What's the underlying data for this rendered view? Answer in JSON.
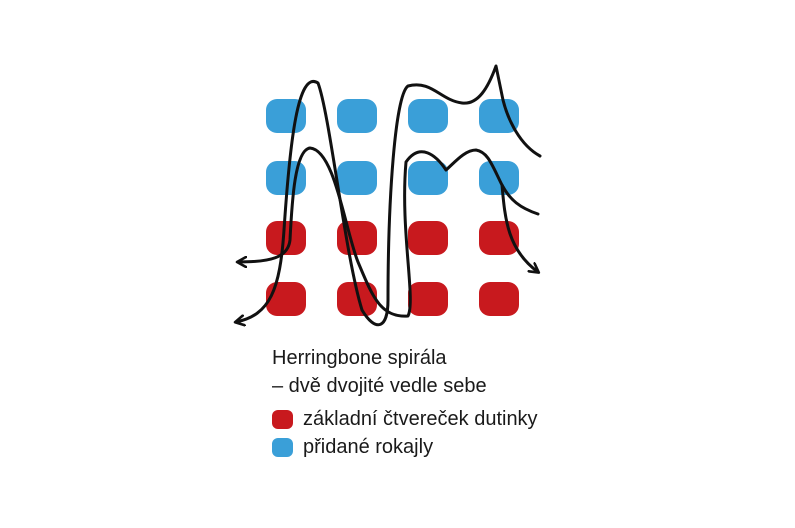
{
  "colors": {
    "base": "#c8191e",
    "added": "#3a9fd8",
    "thread": "#111111"
  },
  "beads": {
    "columns": 4,
    "rows": [
      {
        "kind": "added"
      },
      {
        "kind": "added"
      },
      {
        "kind": "base"
      },
      {
        "kind": "base"
      }
    ]
  },
  "caption": {
    "line1": "Herringbone spirála",
    "line2": "– dvě dvojité vedle sebe"
  },
  "legend": {
    "items": [
      {
        "key": "base",
        "label": "základní čtvereček dutinky"
      },
      {
        "key": "added",
        "label": "přidané rokajly"
      }
    ]
  }
}
